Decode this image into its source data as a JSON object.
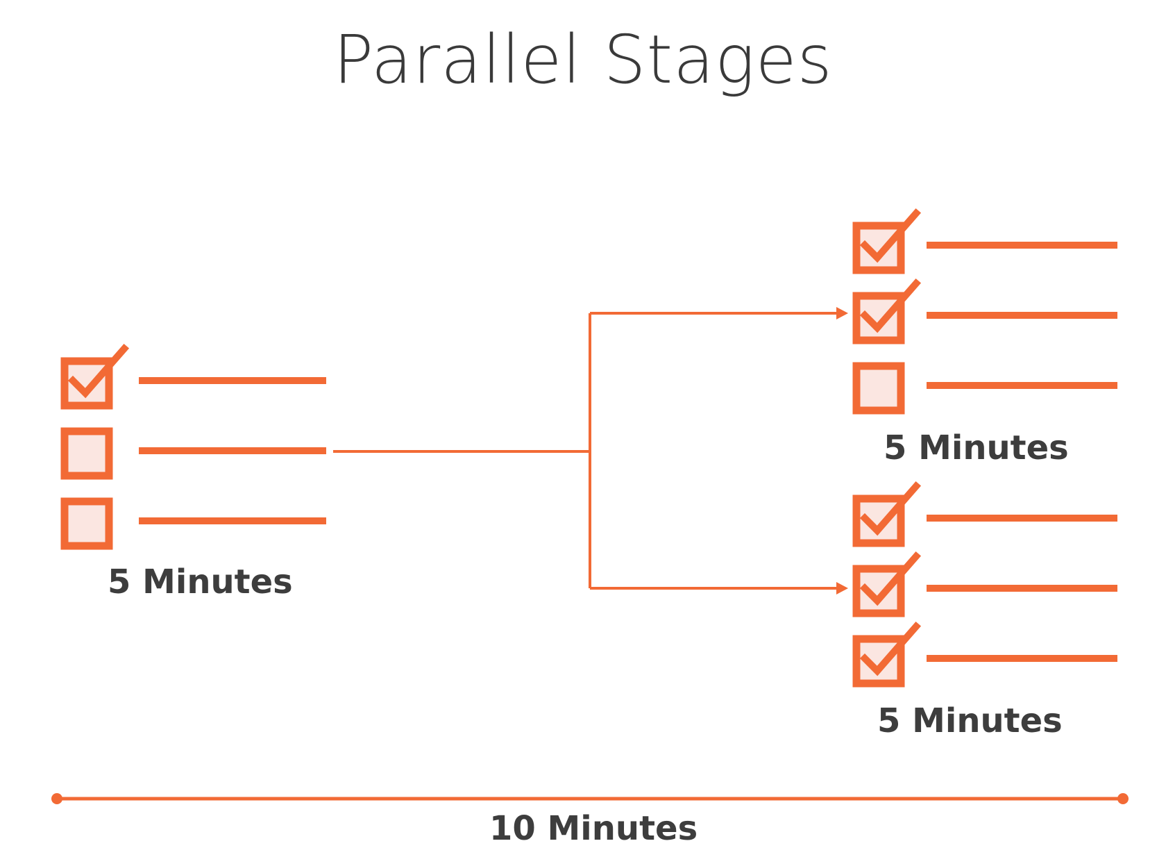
{
  "title": "Parallel Stages",
  "accent_color": "#f26a35",
  "box_fill": "#fbe6e1",
  "text_color": "#3d3d3d",
  "stage_1": {
    "label": "5 Minutes",
    "tasks": [
      {
        "checked": true
      },
      {
        "checked": false
      },
      {
        "checked": false
      }
    ]
  },
  "stage_2a": {
    "label": "5 Minutes",
    "tasks": [
      {
        "checked": true
      },
      {
        "checked": true
      },
      {
        "checked": false
      }
    ]
  },
  "stage_2b": {
    "label": "5 Minutes",
    "tasks": [
      {
        "checked": true
      },
      {
        "checked": true
      },
      {
        "checked": true
      }
    ]
  },
  "total": {
    "label": "10 Minutes"
  }
}
